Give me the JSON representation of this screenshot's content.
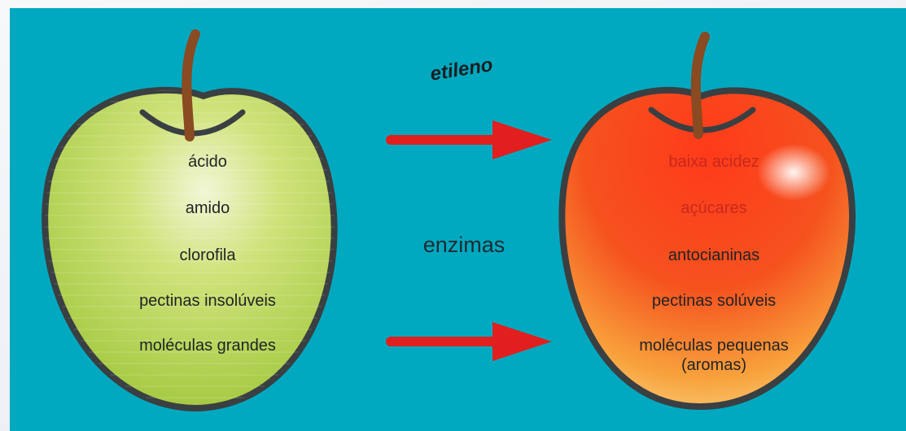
{
  "colors": {
    "background": "#00a9c0",
    "green_apple": "#b5d84a",
    "red_apple": "#f23a1a",
    "arrow": "#e21f1f",
    "outline": "#3a3f42",
    "stem": "#8a4a22"
  },
  "diagram": {
    "process_top": "etileno",
    "process_middle": "enzimas",
    "green_apple": {
      "items": [
        "ácido",
        "amido",
        "clorofila",
        "pectinas insolúveis",
        "moléculas grandes"
      ]
    },
    "red_apple": {
      "items": [
        "baixa acidez",
        "açúcares",
        "antocianinas",
        "pectinas solúveis",
        "moléculas pequenas",
        "(aromas)"
      ]
    }
  }
}
